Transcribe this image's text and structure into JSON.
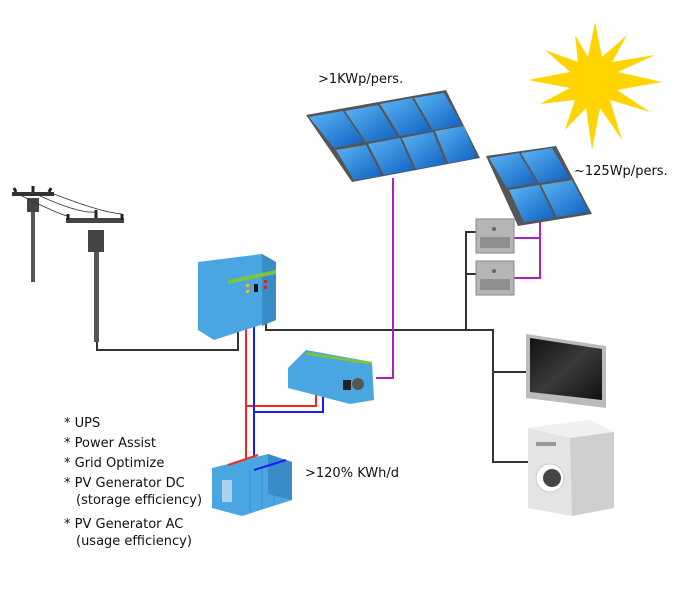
{
  "labels": {
    "large_array": ">1KWp/pers.",
    "small_array": "~125Wp/pers.",
    "battery": ">120% KWh/d"
  },
  "features": [
    {
      "line1": "* UPS"
    },
    {
      "line1": "* Power Assist"
    },
    {
      "line1": "* Grid Optimize"
    },
    {
      "line1": "* PV Generator DC",
      "line2": "(storage efficiency)"
    },
    {
      "line1": "* PV Generator AC",
      "line2": "(usage efficiency)"
    }
  ],
  "colors": {
    "sun": "#FFD400",
    "panel_blue": "#1e7fd9",
    "panel_frame": "#555555",
    "device_blue": "#4aa6e0",
    "device_stripe": "#7dc242",
    "wire_ac": "#333333",
    "wire_dc_positive": "#ff2020",
    "wire_dc_negative": "#1a1aff",
    "wire_pv": "#b020c0",
    "pole": "#555555",
    "micro_inverter": "#aaaaaa",
    "appliance": "#dddddd"
  }
}
